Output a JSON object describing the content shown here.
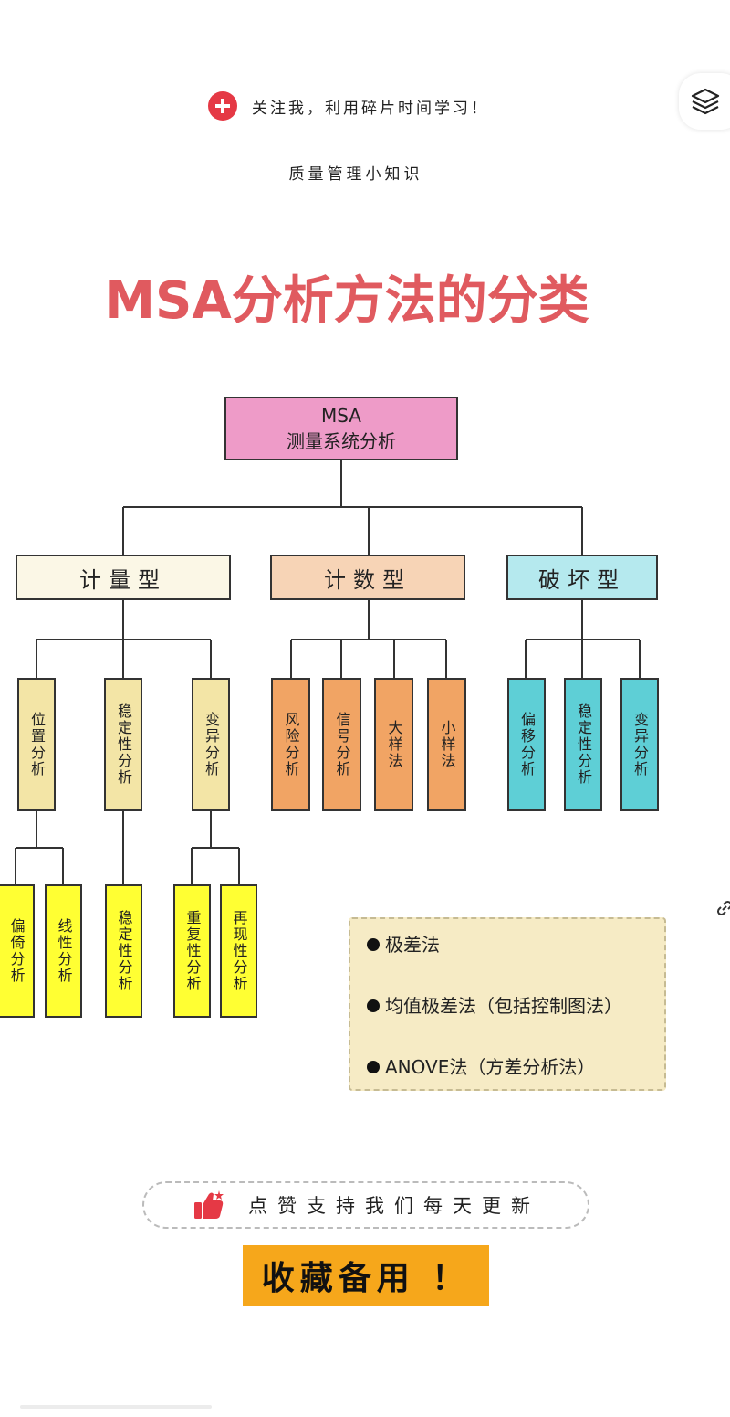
{
  "header": {
    "follow_text": "关注我，利用碎片时间学习！",
    "subtitle": "质量管理小知识",
    "title": "MSA分析方法的分类"
  },
  "diagram": {
    "root": {
      "line1": "MSA",
      "line2": "测量系统分析"
    },
    "categories": [
      {
        "label": "计量型",
        "color": "#fbf7e6",
        "children": [
          {
            "label": "位置分析",
            "children": [
              "偏倚分析",
              "线性分析"
            ]
          },
          {
            "label": "稳定性分析",
            "children": [
              "稳定性分析"
            ]
          },
          {
            "label": "变异分析",
            "children": [
              "重复性分析",
              "再现性分析"
            ]
          }
        ]
      },
      {
        "label": "计数型",
        "color": "#f7d4b6",
        "children": [
          {
            "label": "风险分析"
          },
          {
            "label": "信号分析"
          },
          {
            "label": "大样法"
          },
          {
            "label": "小样法"
          }
        ]
      },
      {
        "label": "破坏型",
        "color": "#b5e9ee",
        "children": [
          {
            "label": "偏移分析"
          },
          {
            "label": "稳定性分析"
          },
          {
            "label": "变异分析"
          }
        ]
      }
    ],
    "colors": {
      "measure_level2": "#f3e5a6",
      "measure_level3": "#ffff33",
      "count_leaf": "#f1a464",
      "destructive_leaf": "#5ecfd6",
      "root": "#ee9bc8",
      "title": "#e05a5f"
    }
  },
  "methods": [
    "极差法",
    "均值极差法（包括控制图法）",
    "ANOVE法（方差分析法）"
  ],
  "footer": {
    "like_text": "点赞支持我们每天更新",
    "collect_text": "收藏备用 ！",
    "collect_color": "#f6a71b"
  },
  "icons": [
    "plus-icon",
    "layers-icon",
    "thumbs-up-icon",
    "link-icon"
  ]
}
